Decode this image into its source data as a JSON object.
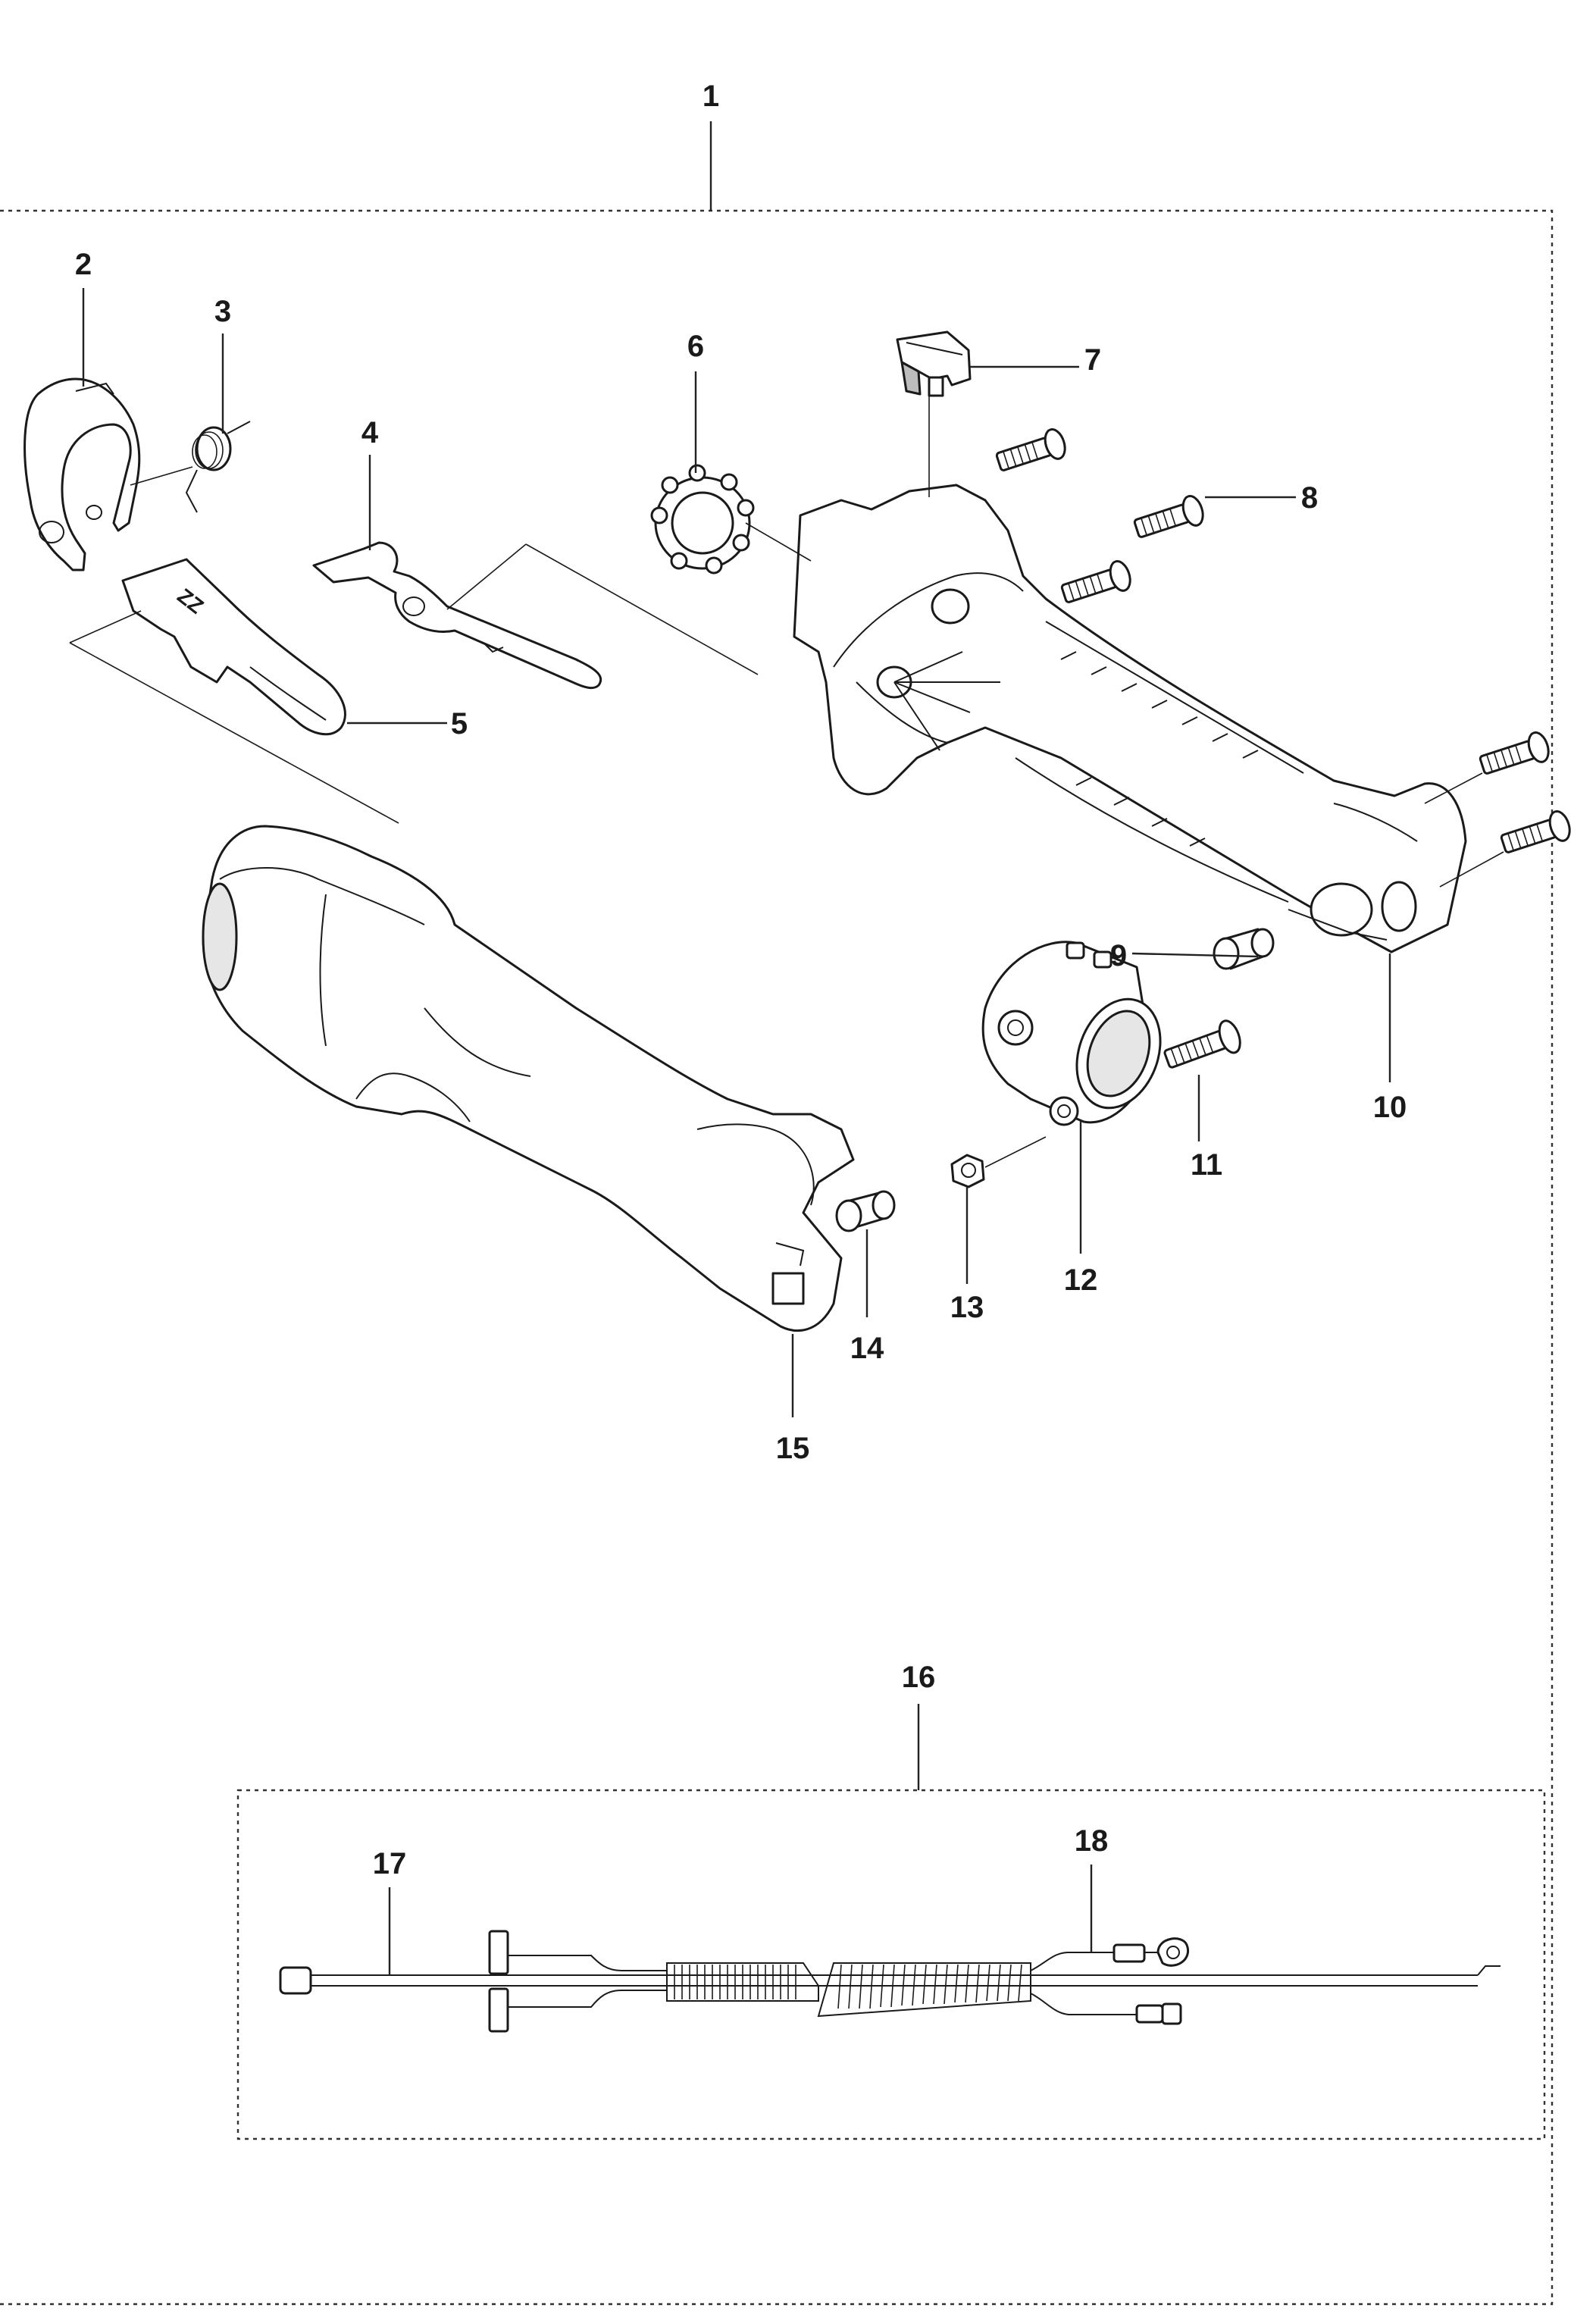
{
  "figure": {
    "type": "exploded parts diagram",
    "callouts": [
      {
        "id": "1",
        "label": "1"
      },
      {
        "id": "2",
        "label": "2"
      },
      {
        "id": "3",
        "label": "3"
      },
      {
        "id": "4",
        "label": "4"
      },
      {
        "id": "5",
        "label": "5"
      },
      {
        "id": "6",
        "label": "6"
      },
      {
        "id": "7",
        "label": "7"
      },
      {
        "id": "8",
        "label": "8"
      },
      {
        "id": "9",
        "label": "9"
      },
      {
        "id": "10",
        "label": "10"
      },
      {
        "id": "11",
        "label": "11"
      },
      {
        "id": "12",
        "label": "12"
      },
      {
        "id": "13",
        "label": "13"
      },
      {
        "id": "14",
        "label": "14"
      },
      {
        "id": "15",
        "label": "15"
      },
      {
        "id": "16",
        "label": "16"
      },
      {
        "id": "17",
        "label": "17"
      },
      {
        "id": "18",
        "label": "18"
      }
    ],
    "marking": "ZZ"
  }
}
